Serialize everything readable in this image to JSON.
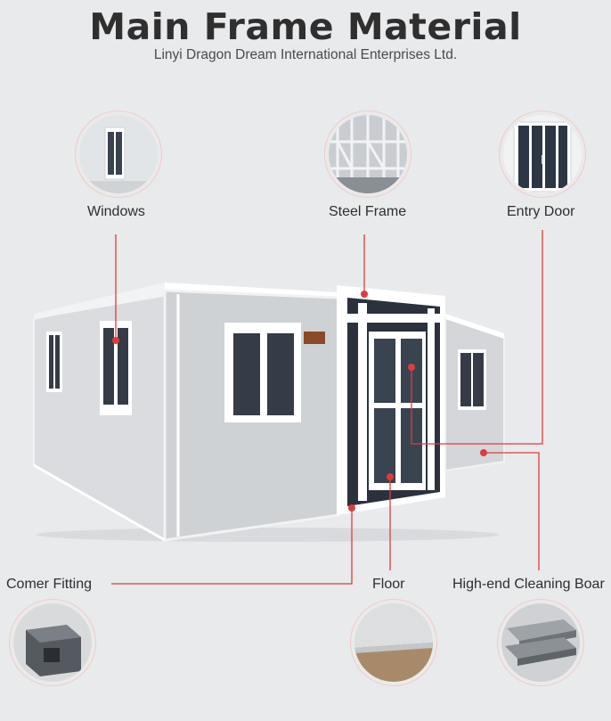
{
  "title": "Main Frame Material",
  "subtitle": "Linyi Dragon Dream International Enterprises Ltd.",
  "callouts": {
    "windows": "Windows",
    "steel_frame": "Steel Frame",
    "entry_door": "Entry Door",
    "corner_fitting": "Comer Fitting",
    "floor": "Floor",
    "cleaning_board": "High-end Cleaning Boar"
  },
  "colors": {
    "accent_line": "#e03b3b",
    "panel": "#d6d8db",
    "frame": "#f4f5f6",
    "glass": "#2c3440"
  }
}
